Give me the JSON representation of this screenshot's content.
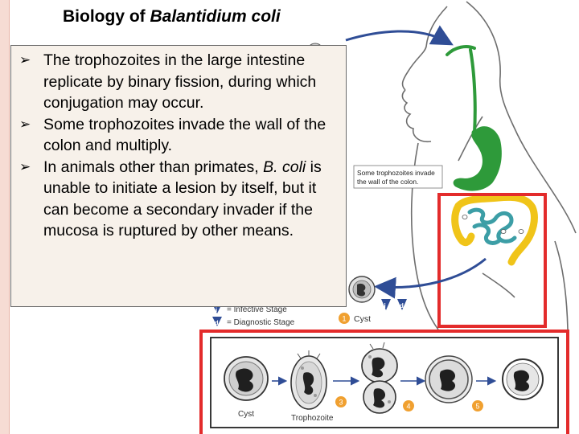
{
  "title": {
    "prefix": "Biology of ",
    "italic": "Balantidium coli"
  },
  "bullets": [
    {
      "before": "The trophozoites in the large intestine replicate by binary fission, during which conjugation may occur.",
      "italic": "",
      "after": ""
    },
    {
      "before": "Some trophozoites invade the wall of the colon and multiply.",
      "italic": "",
      "after": ""
    },
    {
      "before": "In animals other than primates, ",
      "italic": "B. coli",
      "after": " is unable to initiate a lesion by itself, but it can become a secondary invader if the mucosa is ruptured by other means."
    }
  ],
  "diagram": {
    "callout": [
      "Some trophozoites invade",
      "the wall of the colon."
    ],
    "legend": {
      "infective_marker": "i",
      "infective_label": "= Infective Stage",
      "diagnostic_marker": "d",
      "diagnostic_label": "= Diagnostic Stage"
    },
    "cyst_step_number": "1",
    "cyst_step_label": "Cyst",
    "exit_markers": [
      "i",
      "d"
    ],
    "strip_labels": {
      "cyst": "Cyst",
      "trophozoite": "Trophozoite"
    },
    "step_numbers": [
      "3",
      "4",
      "5"
    ]
  },
  "colors": {
    "highlight_red": "#e32b2b",
    "digestive_green": "#2e9a3a",
    "intestine_yellow": "#f0c419",
    "colon_teal": "#3c9ea6",
    "step_orange": "#f0a030",
    "arrow_blue": "#2f4d96"
  }
}
